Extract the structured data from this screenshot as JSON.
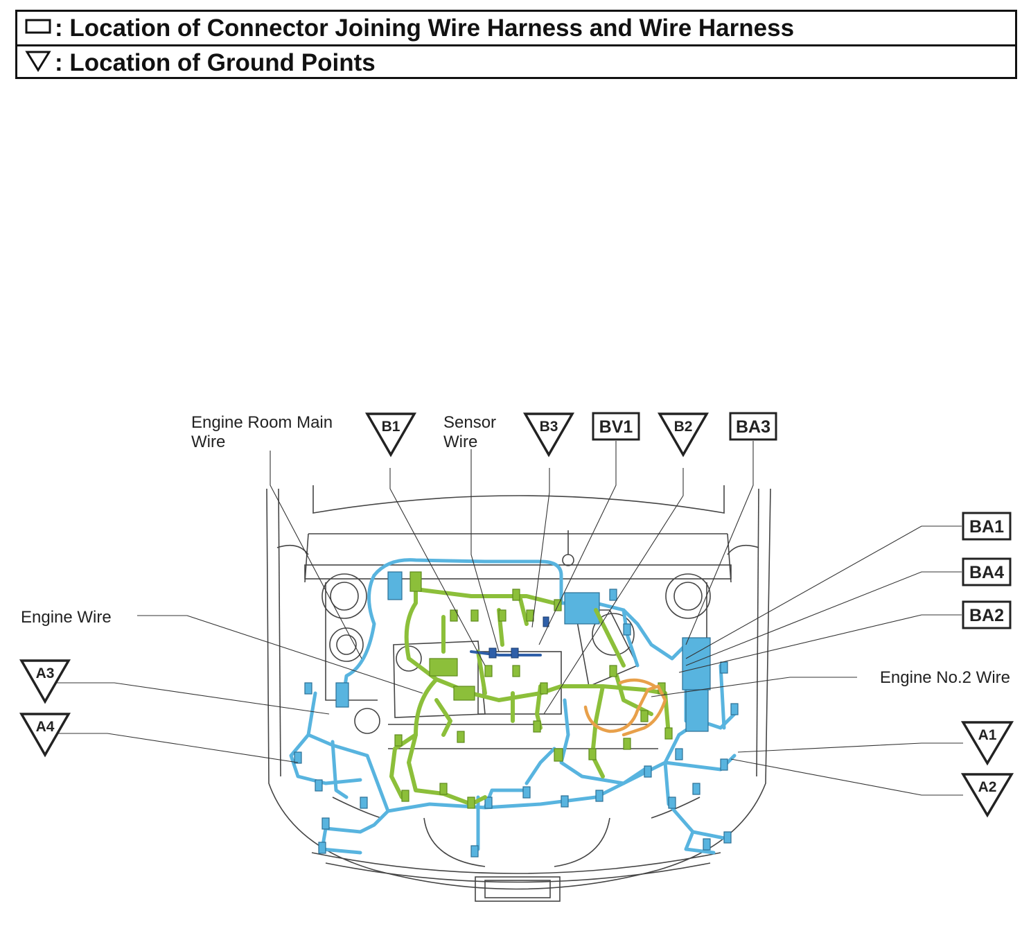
{
  "legend": {
    "connector_label": ": Location of Connector Joining Wire Harness and Wire Harness",
    "ground_label": ": Location of Ground Points",
    "connector_icon": "rectangle-icon",
    "ground_icon": "triangle-down-icon"
  },
  "wires": {
    "engine_room_main_1": "Engine Room Main",
    "engine_room_main_2": "Wire",
    "sensor_1": "Sensor",
    "sensor_2": "Wire",
    "engine": "Engine Wire",
    "engine_no2": "Engine No.2 Wire"
  },
  "connectors": {
    "bv1": "BV1",
    "ba3": "BA3",
    "ba1": "BA1",
    "ba4": "BA4",
    "ba2": "BA2"
  },
  "grounds": {
    "b1": "B1",
    "b3": "B3",
    "b2": "B2",
    "a3": "A3",
    "a4": "A4",
    "a1": "A1",
    "a2": "A2"
  },
  "colors": {
    "engine_room_main_wire": "#58b4df",
    "engine_wire": "#8cbf3a",
    "engine_no2_wire": "#e8a04a",
    "sensor_wire": "#2f5fa8",
    "outline": "#444444"
  }
}
